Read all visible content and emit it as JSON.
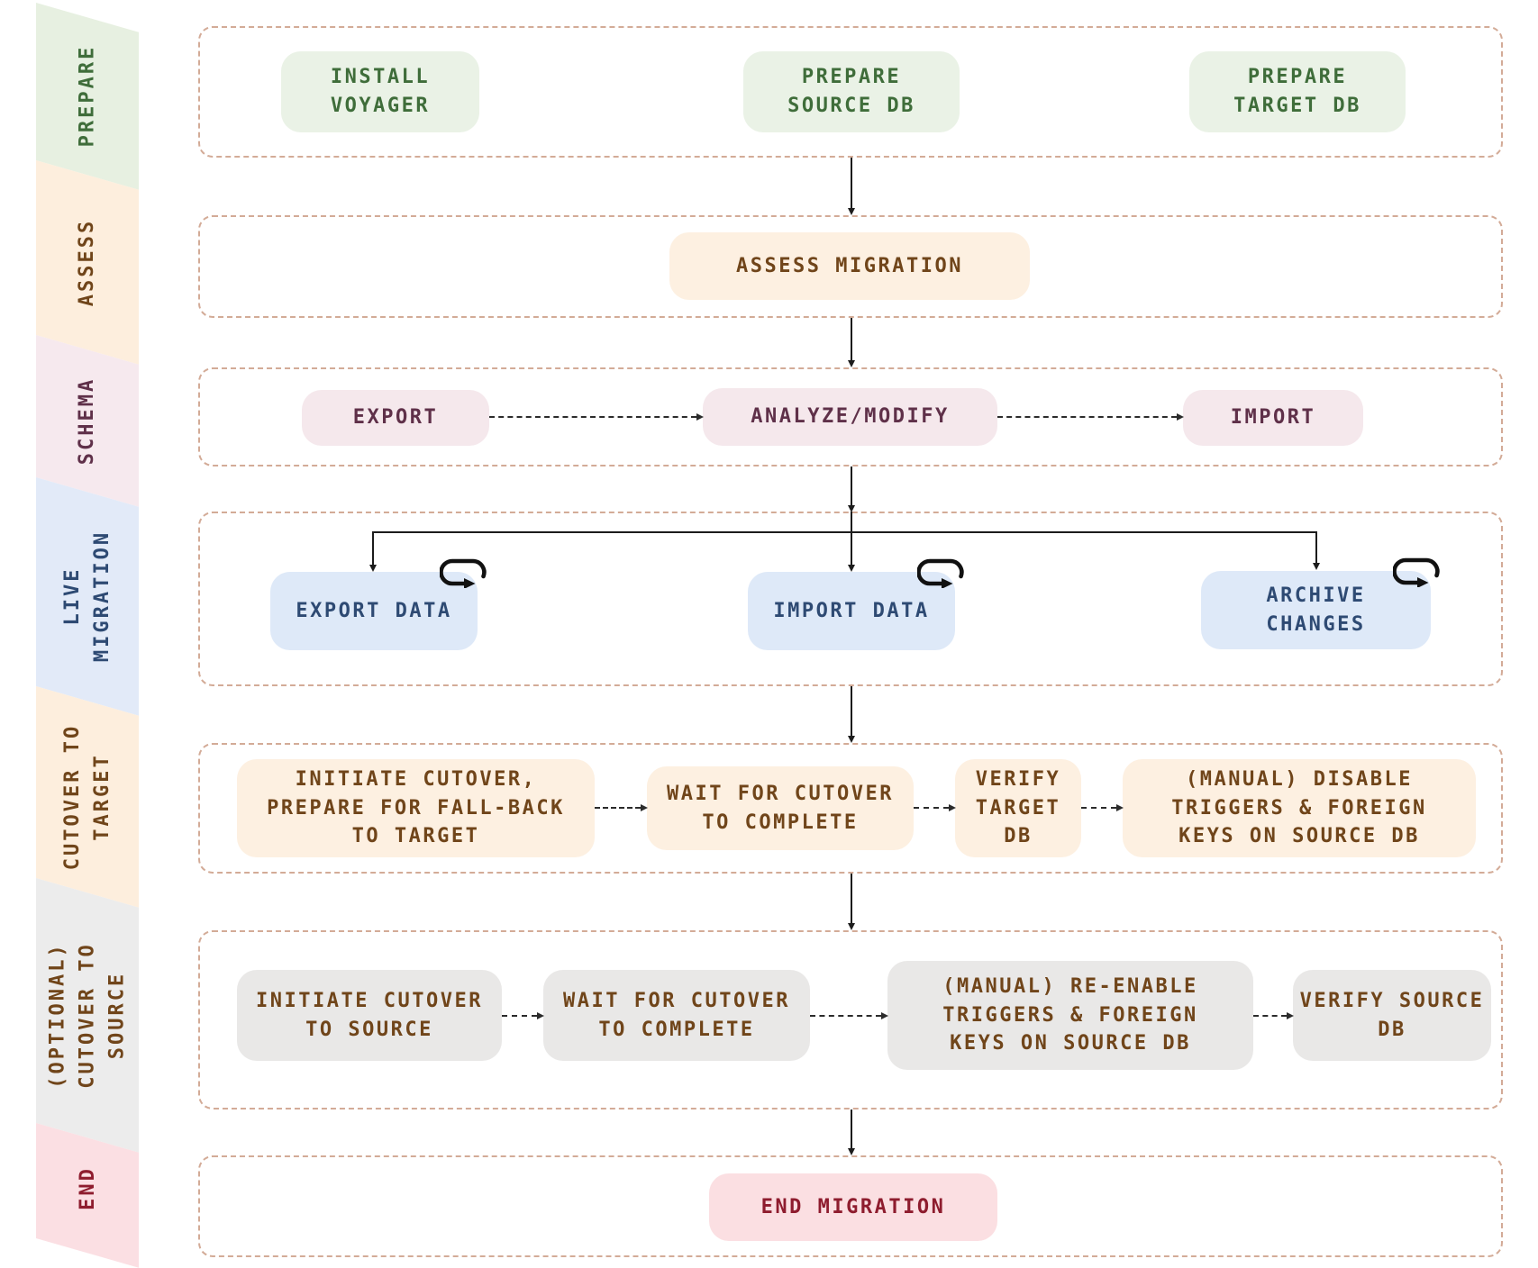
{
  "colors": {
    "dashed_border": "#d3ab97",
    "arrow": "#1c1c1c",
    "green_band": "#e7f0e1",
    "green_box": "#eaf2e6",
    "green_text": "#3f6d3a",
    "cream_band": "#fdeedd",
    "cream_box": "#fdf0e1",
    "brown_text": "#70451a",
    "pink_band": "#f6e9ee",
    "pink_box": "#f5e8ec",
    "plum_text": "#5f3049",
    "blue_band": "#e2eaf8",
    "blue_box": "#dee9f8",
    "navy_text": "#2e4a73",
    "gray_band": "#ececec",
    "gray_box": "#e9e8e7",
    "red_band": "#fbdfe3",
    "red_box": "#fbdfe2",
    "red_text": "#8e1c2e"
  },
  "icons": {
    "loop": "repeat-loop"
  },
  "sidebar": {
    "items": [
      {
        "id": "prepare",
        "label": "PREPARE"
      },
      {
        "id": "assess",
        "label": "ASSESS"
      },
      {
        "id": "schema",
        "label": "SCHEMA"
      },
      {
        "id": "live-migration",
        "label": "LIVE\nMIGRATION"
      },
      {
        "id": "cutover-target",
        "label": "CUTOVER TO\nTARGET"
      },
      {
        "id": "cutover-source",
        "label": "(OPTIONAL)\nCUTOVER TO\nSOURCE"
      },
      {
        "id": "end",
        "label": "END"
      }
    ]
  },
  "rows": [
    {
      "id": "prepare",
      "boxes": [
        {
          "label": "INSTALL\nVOYAGER"
        },
        {
          "label": "PREPARE\nSOURCE DB"
        },
        {
          "label": "PREPARE\nTARGET DB"
        }
      ]
    },
    {
      "id": "assess",
      "boxes": [
        {
          "label": "ASSESS MIGRATION"
        }
      ]
    },
    {
      "id": "schema",
      "boxes": [
        {
          "label": "EXPORT"
        },
        {
          "label": "ANALYZE/MODIFY"
        },
        {
          "label": "IMPORT"
        }
      ]
    },
    {
      "id": "live-migration",
      "boxes": [
        {
          "label": "EXPORT DATA"
        },
        {
          "label": "IMPORT DATA"
        },
        {
          "label": "ARCHIVE\nCHANGES"
        }
      ]
    },
    {
      "id": "cutover-target",
      "boxes": [
        {
          "label": "INITIATE CUTOVER,\nPREPARE FOR FALL-BACK\nTO TARGET"
        },
        {
          "label": "WAIT FOR CUTOVER\nTO COMPLETE"
        },
        {
          "label": "VERIFY\nTARGET\nDB"
        },
        {
          "label": "(MANUAL) DISABLE\nTRIGGERS & FOREIGN\nKEYS ON SOURCE DB"
        }
      ]
    },
    {
      "id": "cutover-source",
      "boxes": [
        {
          "label": "INITIATE CUTOVER\nTO SOURCE"
        },
        {
          "label": "WAIT FOR CUTOVER\nTO COMPLETE"
        },
        {
          "label": "(MANUAL) RE-ENABLE\nTRIGGERS & FOREIGN\nKEYS ON SOURCE DB"
        },
        {
          "label": "VERIFY SOURCE\nDB"
        }
      ]
    },
    {
      "id": "end",
      "boxes": [
        {
          "label": "END MIGRATION"
        }
      ]
    }
  ]
}
